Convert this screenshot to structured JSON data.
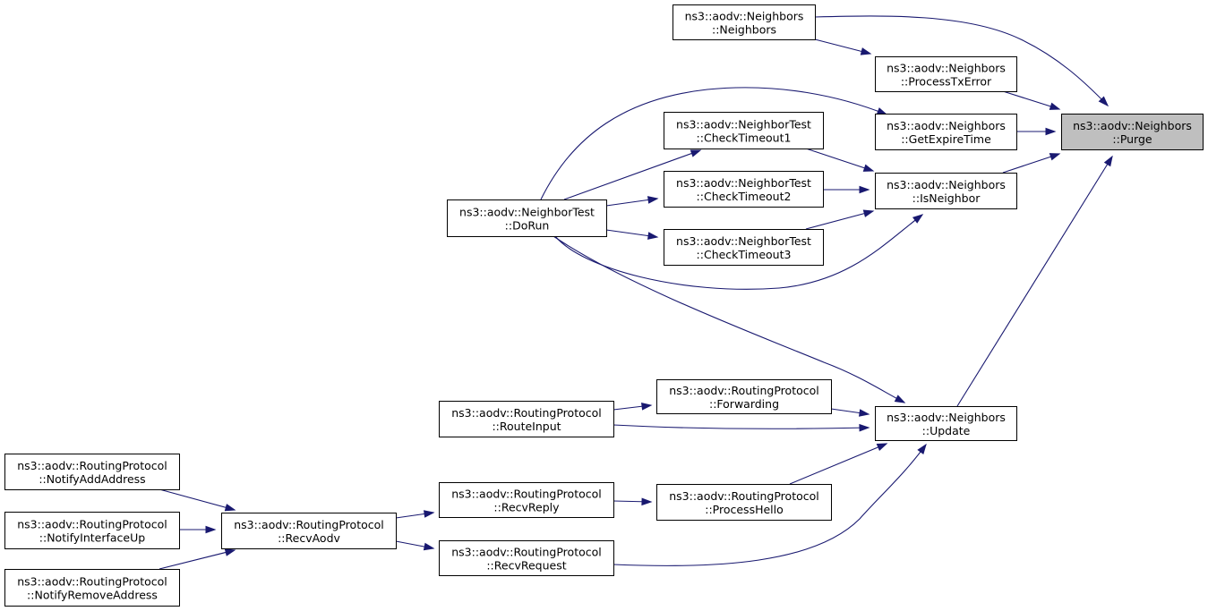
{
  "graph": {
    "title": "",
    "colors": {
      "edge": "#191970",
      "root_fill": "#bfbfbf",
      "node_fill": "#ffffff",
      "node_border": "#000000"
    },
    "nodes": [
      {
        "id": "purge",
        "line1": "ns3::aodv::Neighbors",
        "line2": "::Purge",
        "root": true
      },
      {
        "id": "neighbors_ctor",
        "line1": "ns3::aodv::Neighbors",
        "line2": "::Neighbors"
      },
      {
        "id": "processtxerror",
        "line1": "ns3::aodv::Neighbors",
        "line2": "::ProcessTxError"
      },
      {
        "id": "getexpiretime",
        "line1": "ns3::aodv::Neighbors",
        "line2": "::GetExpireTime"
      },
      {
        "id": "isneighbor",
        "line1": "ns3::aodv::Neighbors",
        "line2": "::IsNeighbor"
      },
      {
        "id": "checktimeout1",
        "line1": "ns3::aodv::NeighborTest",
        "line2": "::CheckTimeout1"
      },
      {
        "id": "checktimeout2",
        "line1": "ns3::aodv::NeighborTest",
        "line2": "::CheckTimeout2"
      },
      {
        "id": "checktimeout3",
        "line1": "ns3::aodv::NeighborTest",
        "line2": "::CheckTimeout3"
      },
      {
        "id": "dorun",
        "line1": "ns3::aodv::NeighborTest",
        "line2": "::DoRun"
      },
      {
        "id": "update",
        "line1": "ns3::aodv::Neighbors",
        "line2": "::Update"
      },
      {
        "id": "forwarding",
        "line1": "ns3::aodv::RoutingProtocol",
        "line2": "::Forwarding"
      },
      {
        "id": "routeinput",
        "line1": "ns3::aodv::RoutingProtocol",
        "line2": "::RouteInput"
      },
      {
        "id": "processhello",
        "line1": "ns3::aodv::RoutingProtocol",
        "line2": "::ProcessHello"
      },
      {
        "id": "recvreply",
        "line1": "ns3::aodv::RoutingProtocol",
        "line2": "::RecvReply"
      },
      {
        "id": "recvrequest",
        "line1": "ns3::aodv::RoutingProtocol",
        "line2": "::RecvRequest"
      },
      {
        "id": "recvaodv",
        "line1": "ns3::aodv::RoutingProtocol",
        "line2": "::RecvAodv"
      },
      {
        "id": "notifyaddaddress",
        "line1": "ns3::aodv::RoutingProtocol",
        "line2": "::NotifyAddAddress"
      },
      {
        "id": "notifyinterfaceup",
        "line1": "ns3::aodv::RoutingProtocol",
        "line2": "::NotifyInterfaceUp"
      },
      {
        "id": "notifyremoveaddress",
        "line1": "ns3::aodv::RoutingProtocol",
        "line2": "::NotifyRemoveAddress"
      }
    ],
    "edges": [
      {
        "from": "neighbors_ctor",
        "to": "purge"
      },
      {
        "from": "neighbors_ctor",
        "to": "processtxerror"
      },
      {
        "from": "processtxerror",
        "to": "purge"
      },
      {
        "from": "getexpiretime",
        "to": "purge"
      },
      {
        "from": "isneighbor",
        "to": "purge"
      },
      {
        "from": "update",
        "to": "purge"
      },
      {
        "from": "dorun",
        "to": "getexpiretime"
      },
      {
        "from": "dorun",
        "to": "checktimeout1"
      },
      {
        "from": "dorun",
        "to": "checktimeout2"
      },
      {
        "from": "dorun",
        "to": "checktimeout3"
      },
      {
        "from": "dorun",
        "to": "isneighbor"
      },
      {
        "from": "dorun",
        "to": "update"
      },
      {
        "from": "checktimeout1",
        "to": "isneighbor"
      },
      {
        "from": "checktimeout2",
        "to": "isneighbor"
      },
      {
        "from": "checktimeout3",
        "to": "isneighbor"
      },
      {
        "from": "routeinput",
        "to": "forwarding"
      },
      {
        "from": "routeinput",
        "to": "update"
      },
      {
        "from": "forwarding",
        "to": "update"
      },
      {
        "from": "processhello",
        "to": "update"
      },
      {
        "from": "recvreply",
        "to": "processhello"
      },
      {
        "from": "recvrequest",
        "to": "update"
      },
      {
        "from": "recvaodv",
        "to": "recvreply"
      },
      {
        "from": "recvaodv",
        "to": "recvrequest"
      },
      {
        "from": "notifyaddaddress",
        "to": "recvaodv"
      },
      {
        "from": "notifyinterfaceup",
        "to": "recvaodv"
      },
      {
        "from": "notifyremoveaddress",
        "to": "recvaodv"
      }
    ]
  }
}
